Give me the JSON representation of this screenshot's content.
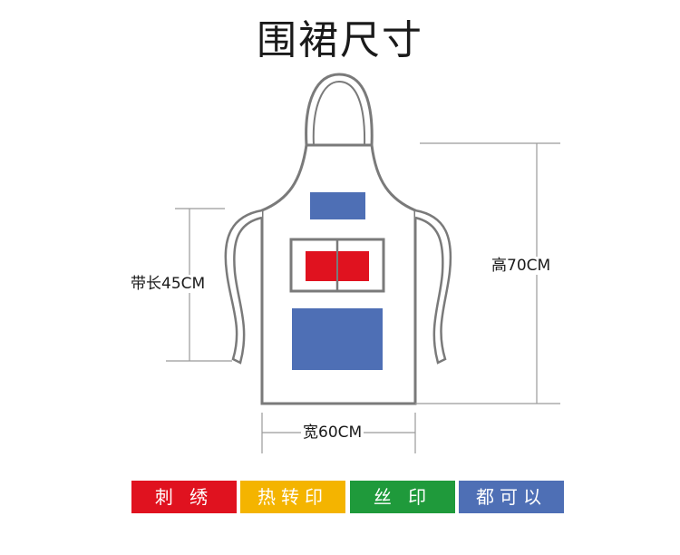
{
  "title": "围裙尺寸",
  "dimensions": {
    "strap_length": "带长45CM",
    "height": "高70CM",
    "width": "宽60CM"
  },
  "methods": [
    {
      "label": "刺 绣",
      "color": "#e0121f"
    },
    {
      "label": "热转印",
      "color": "#f4b400"
    },
    {
      "label": "丝 印",
      "color": "#1f9a3b"
    },
    {
      "label": "都可以",
      "color": "#4e6fb5"
    }
  ],
  "colors": {
    "outline": "#7a7a7a",
    "dimension_line": "#9a9a9a",
    "pocket_blue": "#4e6fb5",
    "pocket_red": "#e0121f"
  }
}
